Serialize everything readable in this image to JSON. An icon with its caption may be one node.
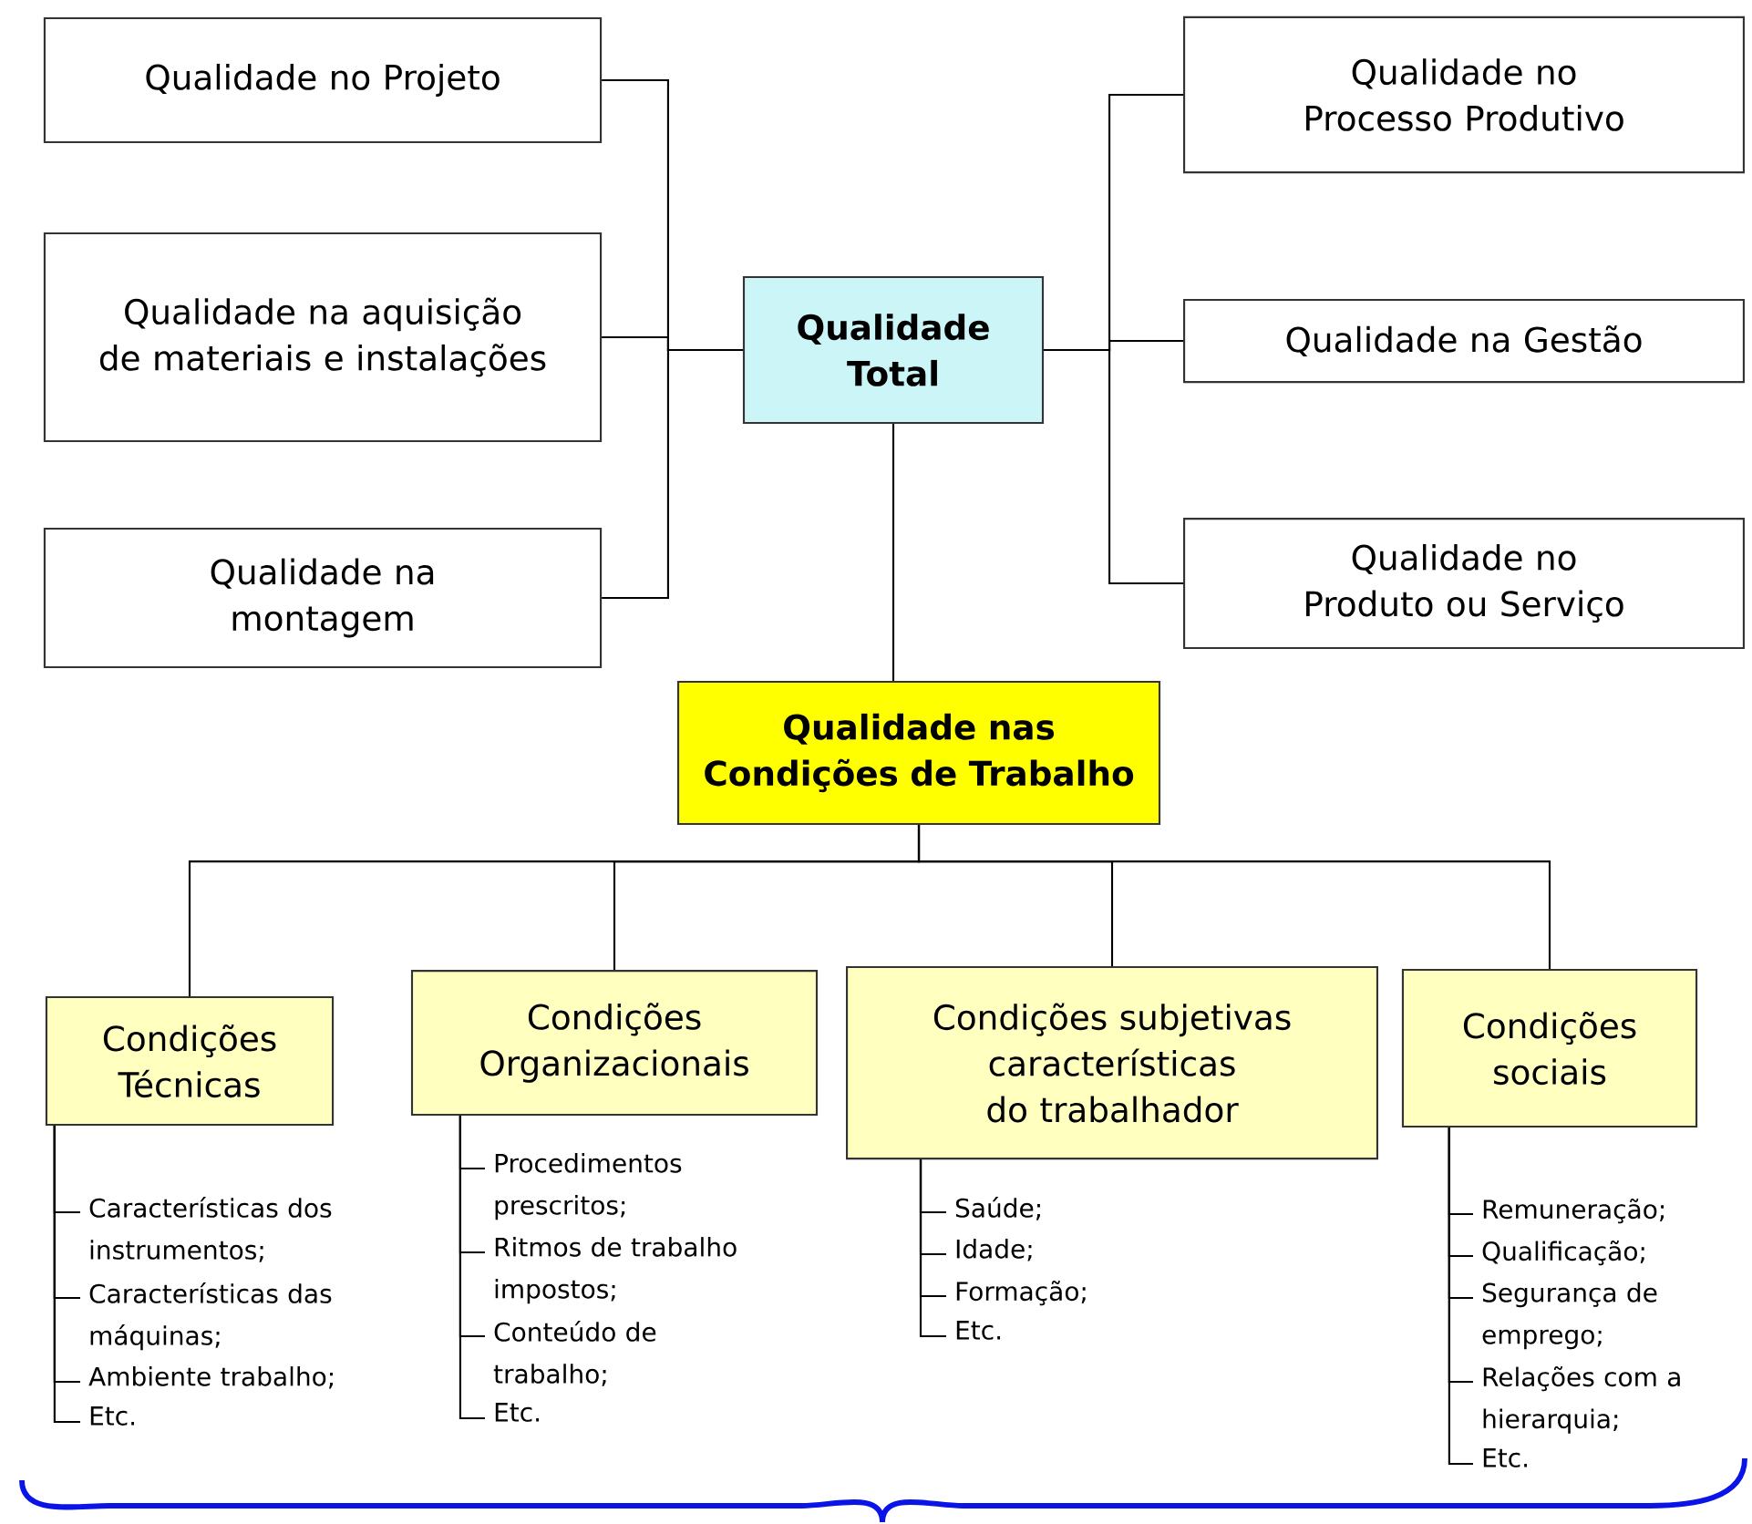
{
  "diagram": {
    "nodes": [
      {
        "text": [
          "Qualidade no Projeto"
        ]
      },
      {
        "text": [
          "Qualidade no Processo Produtivo"
        ]
      },
      {
        "text": [
          "Qualidade na aquisição de materiais e instalações"
        ]
      },
      {
        "text": [
          "Qualidade Total"
        ]
      },
      {
        "text": [
          "Qualidade na Gestão"
        ]
      },
      {
        "text": [
          "Qualidade na montagem"
        ]
      },
      {
        "text": [
          "Qualidade no Produto ou Serviço"
        ]
      },
      {
        "text": [
          "Qualidade nas Condições de Trabalho"
        ]
      },
      {
        "text": [
          "Condições Técnicas"
        ]
      },
      {
        "text": [
          "Condições Organizacionais"
        ]
      },
      {
        "text": [
          "Condições subjetivas características do trabalhador"
        ]
      },
      {
        "text": [
          "Condições sociais"
        ]
      },
      {
        "text": [
          "Características dos instrumentos;"
        ]
      },
      {
        "text": [
          "Características das máquinas;"
        ]
      },
      {
        "text": [
          "Ambiente trabalho;"
        ]
      },
      {
        "text": [
          "Etc."
        ]
      },
      {
        "text": [
          "Procedimentos prescritos;"
        ]
      },
      {
        "text": [
          "Ritmos de trabalho impostos;"
        ]
      },
      {
        "text": [
          "Conteúdo de trabalho;"
        ]
      },
      {
        "text": [
          "Etc."
        ]
      },
      {
        "text": [
          "Saúde;"
        ]
      },
      {
        "text": [
          "Idade;"
        ]
      },
      {
        "text": [
          "Formação;"
        ]
      },
      {
        "text": [
          "Etc."
        ]
      },
      {
        "text": [
          "Remuneração;"
        ]
      },
      {
        "text": [
          "Qualificação;"
        ]
      },
      {
        "text": [
          "Segurança de emprego;"
        ]
      },
      {
        "text": [
          "Relações com a hierarquia;"
        ]
      },
      {
        "text": [
          "Etc."
        ]
      }
    ],
    "edges": [
      {
        "from": 3,
        "to": 0,
        "arrow": "none"
      },
      {
        "from": 3,
        "to": 2,
        "arrow": "none"
      },
      {
        "from": 3,
        "to": 5,
        "arrow": "none"
      },
      {
        "from": 3,
        "to": 1,
        "arrow": "none"
      },
      {
        "from": 3,
        "to": 4,
        "arrow": "none"
      },
      {
        "from": 3,
        "to": 6,
        "arrow": "none"
      },
      {
        "from": 3,
        "to": 7,
        "arrow": "none"
      },
      {
        "from": 7,
        "to": 8,
        "arrow": "none"
      },
      {
        "from": 7,
        "to": 9,
        "arrow": "none"
      },
      {
        "from": 7,
        "to": 10,
        "arrow": "none"
      },
      {
        "from": 7,
        "to": 11,
        "arrow": "none"
      },
      {
        "from": 8,
        "to": 12,
        "arrow": "none"
      },
      {
        "from": 8,
        "to": 13,
        "arrow": "none"
      },
      {
        "from": 8,
        "to": 14,
        "arrow": "none"
      },
      {
        "from": 8,
        "to": 15,
        "arrow": "none"
      },
      {
        "from": 9,
        "to": 16,
        "arrow": "none"
      },
      {
        "from": 9,
        "to": 17,
        "arrow": "none"
      },
      {
        "from": 9,
        "to": 18,
        "arrow": "none"
      },
      {
        "from": 9,
        "to": 19,
        "arrow": "none"
      },
      {
        "from": 10,
        "to": 20,
        "arrow": "none"
      },
      {
        "from": 10,
        "to": 21,
        "arrow": "none"
      },
      {
        "from": 10,
        "to": 22,
        "arrow": "none"
      },
      {
        "from": 10,
        "to": 23,
        "arrow": "none"
      },
      {
        "from": 11,
        "to": 24,
        "arrow": "none"
      },
      {
        "from": 11,
        "to": 25,
        "arrow": "none"
      },
      {
        "from": 11,
        "to": 26,
        "arrow": "none"
      },
      {
        "from": 11,
        "to": 27,
        "arrow": "none"
      },
      {
        "from": 11,
        "to": 28,
        "arrow": "none"
      }
    ]
  }
}
